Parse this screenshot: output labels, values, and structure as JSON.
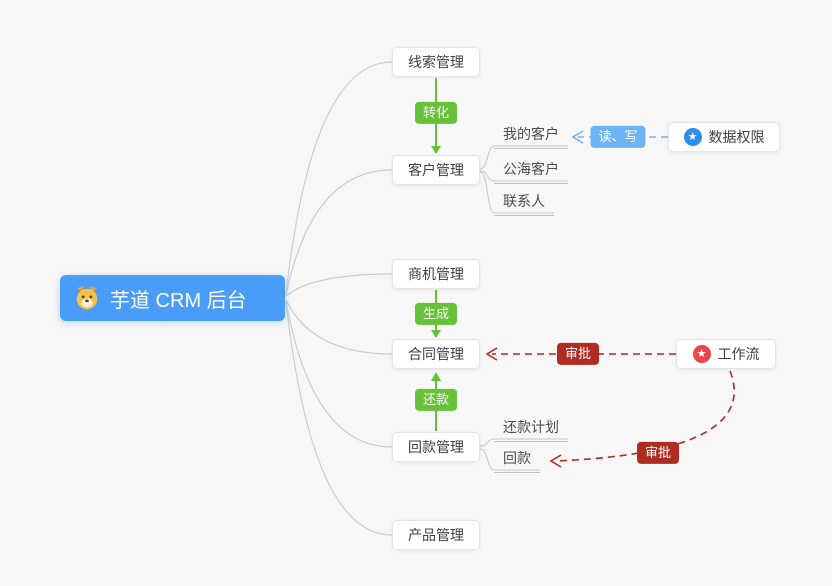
{
  "root": {
    "label": "芋道 CRM 后台",
    "icon": "dog-icon",
    "color": "#4a9df6"
  },
  "nodes": {
    "leads": {
      "label": "线索管理"
    },
    "customers": {
      "label": "客户管理"
    },
    "opportunities": {
      "label": "商机管理"
    },
    "contracts": {
      "label": "合同管理"
    },
    "receivables": {
      "label": "回款管理"
    },
    "products": {
      "label": "产品管理"
    },
    "data_permission": {
      "label": "数据权限",
      "icon": "★",
      "icon_color": "#2d8cf0"
    },
    "workflow": {
      "label": "工作流",
      "icon": "★",
      "icon_color": "#ee4646"
    }
  },
  "children": {
    "my_customers": {
      "label": "我的客户"
    },
    "public_customers": {
      "label": "公海客户"
    },
    "contacts": {
      "label": "联系人"
    },
    "repayment_plan": {
      "label": "还款计划"
    },
    "receivable": {
      "label": "回款"
    }
  },
  "edges": [
    {
      "from": "线索管理",
      "to": "客户管理",
      "label": "转化",
      "style": "solid-green",
      "color": "#67c23a"
    },
    {
      "from": "商机管理",
      "to": "合同管理",
      "label": "生成",
      "style": "solid-green",
      "color": "#67c23a"
    },
    {
      "from": "回款管理",
      "to": "合同管理",
      "label": "还款",
      "style": "solid-green",
      "color": "#67c23a"
    },
    {
      "from": "数据权限",
      "to": "我的客户",
      "label": "读、写",
      "style": "dashed-blue",
      "color": "#6db4f5"
    },
    {
      "from": "工作流",
      "to": "合同管理",
      "label": "审批",
      "style": "dashed-red",
      "color": "#b02c22"
    },
    {
      "from": "工作流",
      "to": "回款",
      "label": "审批",
      "style": "dashed-red",
      "color": "#b02c22"
    }
  ]
}
